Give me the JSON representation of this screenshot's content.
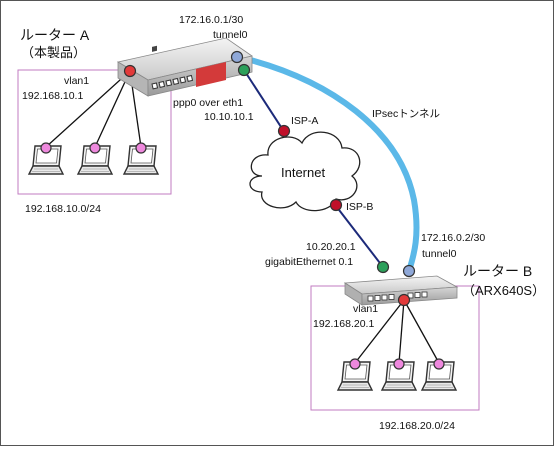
{
  "router_a": {
    "title": "ルーター A",
    "subtitle": "（本製品）",
    "vlan_label": "vlan1",
    "vlan_ip": "192.168.10.1",
    "lan_network": "192.168.10.0/24",
    "tunnel_ip": "172.16.0.1/30",
    "tunnel_label": "tunnel0",
    "wan_label": "ppp0 over eth1",
    "wan_ip": "10.10.10.1"
  },
  "router_b": {
    "title": "ルーター B",
    "subtitle": "（ARX640S）",
    "vlan_label": "vlan1",
    "vlan_ip": "192.168.20.1",
    "lan_network": "192.168.20.0/24",
    "tunnel_ip": "172.16.0.2/30",
    "tunnel_label": "tunnel0",
    "wan_ip": "10.20.20.1",
    "wan_label": "gigabitEthernet 0.1"
  },
  "internet": {
    "label": "Internet",
    "isp_a": "ISP-A",
    "isp_b": "ISP-B"
  },
  "ipsec_label": "IPsecトンネル",
  "colors": {
    "lan_box_border": "#c27bc2",
    "tunnel": "#5bb8e8",
    "lan_port": "#e23a3a",
    "wan_port": "#2ca05a",
    "isp_port": "#c0102a",
    "tunnel_port": "#8fa8d8",
    "pc_port": "#ee88dd",
    "router_stripe": "#d33a3a"
  }
}
